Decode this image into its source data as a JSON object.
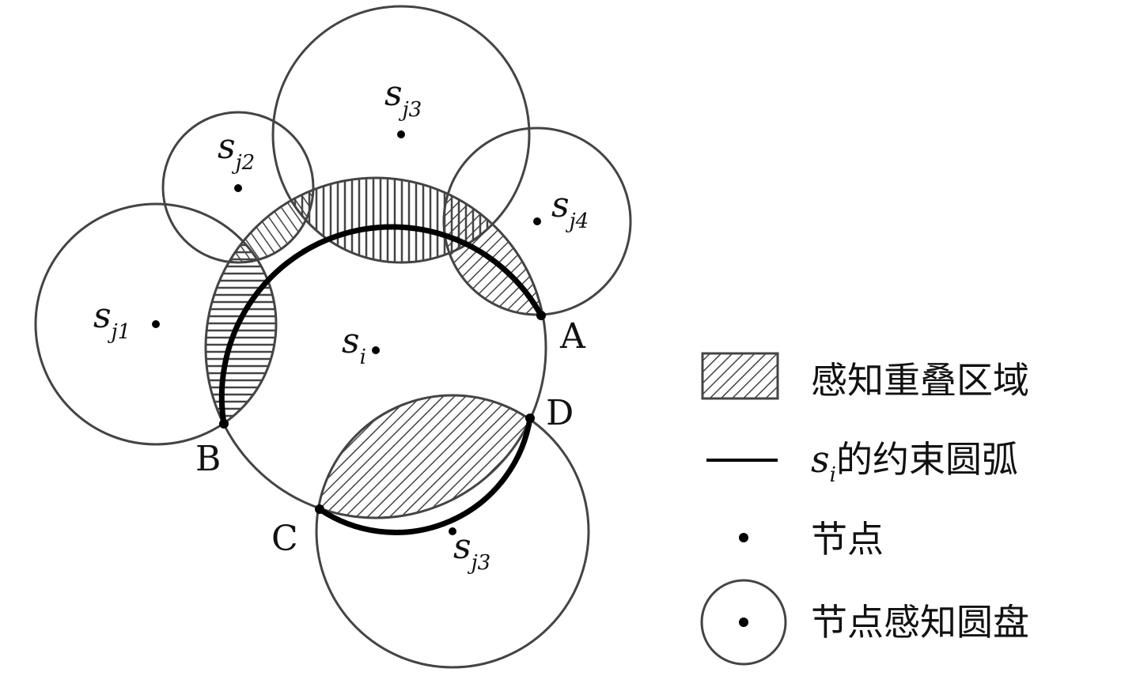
{
  "nodes": {
    "si": {
      "base": "s",
      "sub": "i"
    },
    "sj1": {
      "base": "s",
      "sub": "j1"
    },
    "sj2": {
      "base": "s",
      "sub": "j2"
    },
    "sj3_top": {
      "base": "s",
      "sub": "j3"
    },
    "sj4": {
      "base": "s",
      "sub": "j4"
    },
    "sj3_bottom": {
      "base": "s",
      "sub": "j3"
    }
  },
  "points": {
    "A": "A",
    "B": "B",
    "C": "C",
    "D": "D"
  },
  "legend": {
    "overlap_region": "感知重叠区域",
    "constraint_arc_prefix": "s",
    "constraint_arc_sub": "i",
    "constraint_arc_suffix": "的约束圆弧",
    "node": "节点",
    "sensing_disk": "节点感知圆盘"
  },
  "colors": {
    "circle": "#444444",
    "arc": "#000000",
    "hatch": "#444444"
  }
}
